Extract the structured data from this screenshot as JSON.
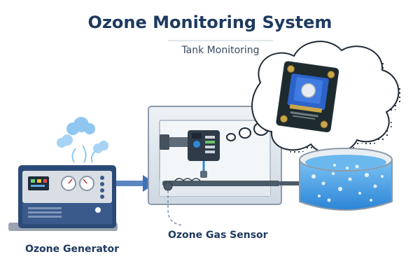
{
  "title": "Ozone Monitoring System",
  "subtitle": "Tank Monitoring",
  "labels": {
    "generator": "Ozone Generator",
    "sensor": "Ozone Gas Sensor"
  },
  "colors": {
    "title": "#1e3a5f",
    "generator_body": "#2c4a78",
    "panel": "#dfe6ee",
    "water": "#4aa8e8",
    "arrow": "#3f6fb5",
    "cloud": "#8fc7f0"
  }
}
